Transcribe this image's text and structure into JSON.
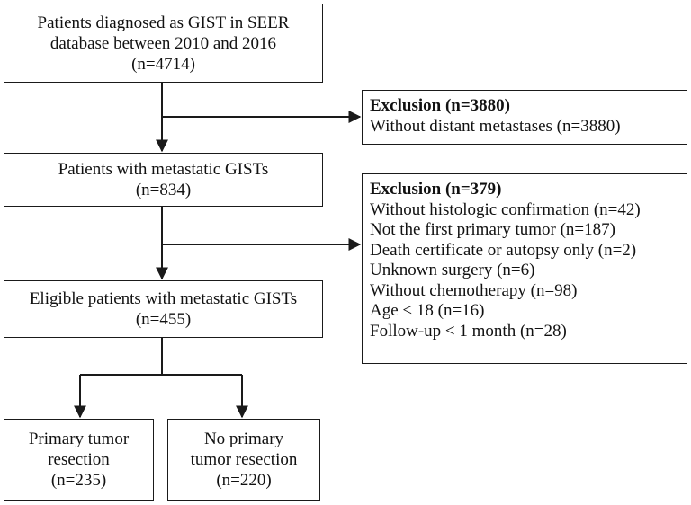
{
  "boxes": {
    "start": {
      "lines": [
        "Patients diagnosed as GIST in SEER",
        "database between 2010 and 2016",
        "(n=4714)"
      ]
    },
    "metastatic": {
      "lines": [
        "Patients with metastatic GISTs",
        "(n=834)"
      ]
    },
    "eligible": {
      "lines": [
        "Eligible patients with metastatic GISTs",
        "(n=455)"
      ]
    },
    "resection": {
      "lines": [
        "Primary tumor",
        "resection",
        "(n=235)"
      ]
    },
    "no_resection": {
      "lines": [
        "No primary",
        "tumor resection",
        "(n=220)"
      ]
    }
  },
  "exclusions": {
    "first": {
      "title": "Exclusion (n=3880)",
      "items": [
        "Without distant metastases (n=3880)"
      ]
    },
    "second": {
      "title": "Exclusion (n=379)",
      "items": [
        "Without histologic confirmation (n=42)",
        "Not the first primary tumor (n=187)",
        "Death certificate or autopsy only (n=2)",
        "Unknown surgery (n=6)",
        "Without chemotherapy (n=98)",
        "Age < 18  (n=16)",
        "Follow-up < 1 month (n=28)"
      ]
    }
  }
}
